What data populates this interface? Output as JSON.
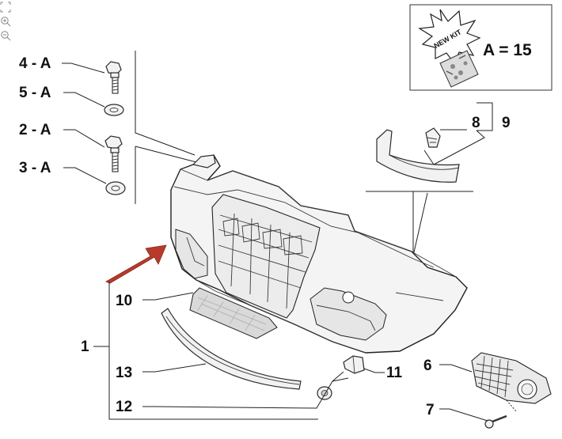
{
  "toolbar": {
    "tools": [
      {
        "name": "fit-page-icon"
      },
      {
        "name": "zoom-in-icon"
      },
      {
        "name": "zoom-out-icon"
      }
    ]
  },
  "kit_box": {
    "badge_text": "NEW KIT",
    "equation": "A = 15"
  },
  "callouts": {
    "c4": "4 - A",
    "c5": "5 - A",
    "c2": "2 - A",
    "c3": "3 - A",
    "c8": "8",
    "c9": "9",
    "c10": "10",
    "c1": "1",
    "c13": "13",
    "c11": "11",
    "c6": "6",
    "c12": "12",
    "c7": "7"
  },
  "colors": {
    "arrow": "#b83a2a",
    "line": "#222222",
    "part_fill": "#f2f2f2"
  }
}
